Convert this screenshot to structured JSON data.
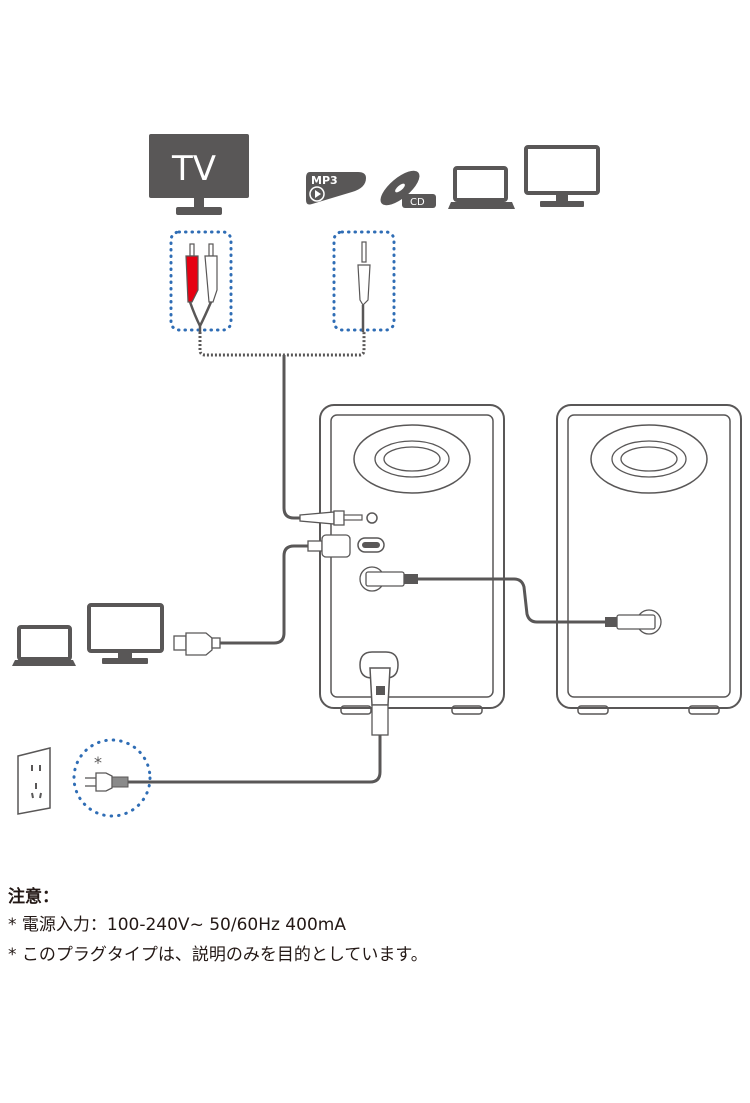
{
  "diagram": {
    "title": "Speaker connection diagram",
    "sources_top": {
      "tv_label": "TV",
      "mp3_label": "MP3",
      "cd_label": "CD",
      "devices": [
        "tv-icon",
        "mp3-player-icon",
        "cd-icon",
        "laptop-icon",
        "monitor-icon"
      ]
    },
    "sources_left": {
      "devices": [
        "laptop-icon",
        "monitor-icon"
      ]
    },
    "cables": [
      "rca-cable",
      "aux-3.5mm-cable",
      "usb-c-cable",
      "speaker-link-cable",
      "power-cable"
    ],
    "power_plug_mark": "*",
    "colors": {
      "line": "#5a5a5a",
      "icon_fill": "#595757",
      "rca_red": "#e60012",
      "dotted_outline": "#2f6db5"
    }
  },
  "notes": {
    "title": "注意：",
    "lines": [
      "* 電源入力：100-240V~ 50/60Hz 400mA",
      "* このプラグタイプは、説明のみを目的としています。"
    ]
  }
}
